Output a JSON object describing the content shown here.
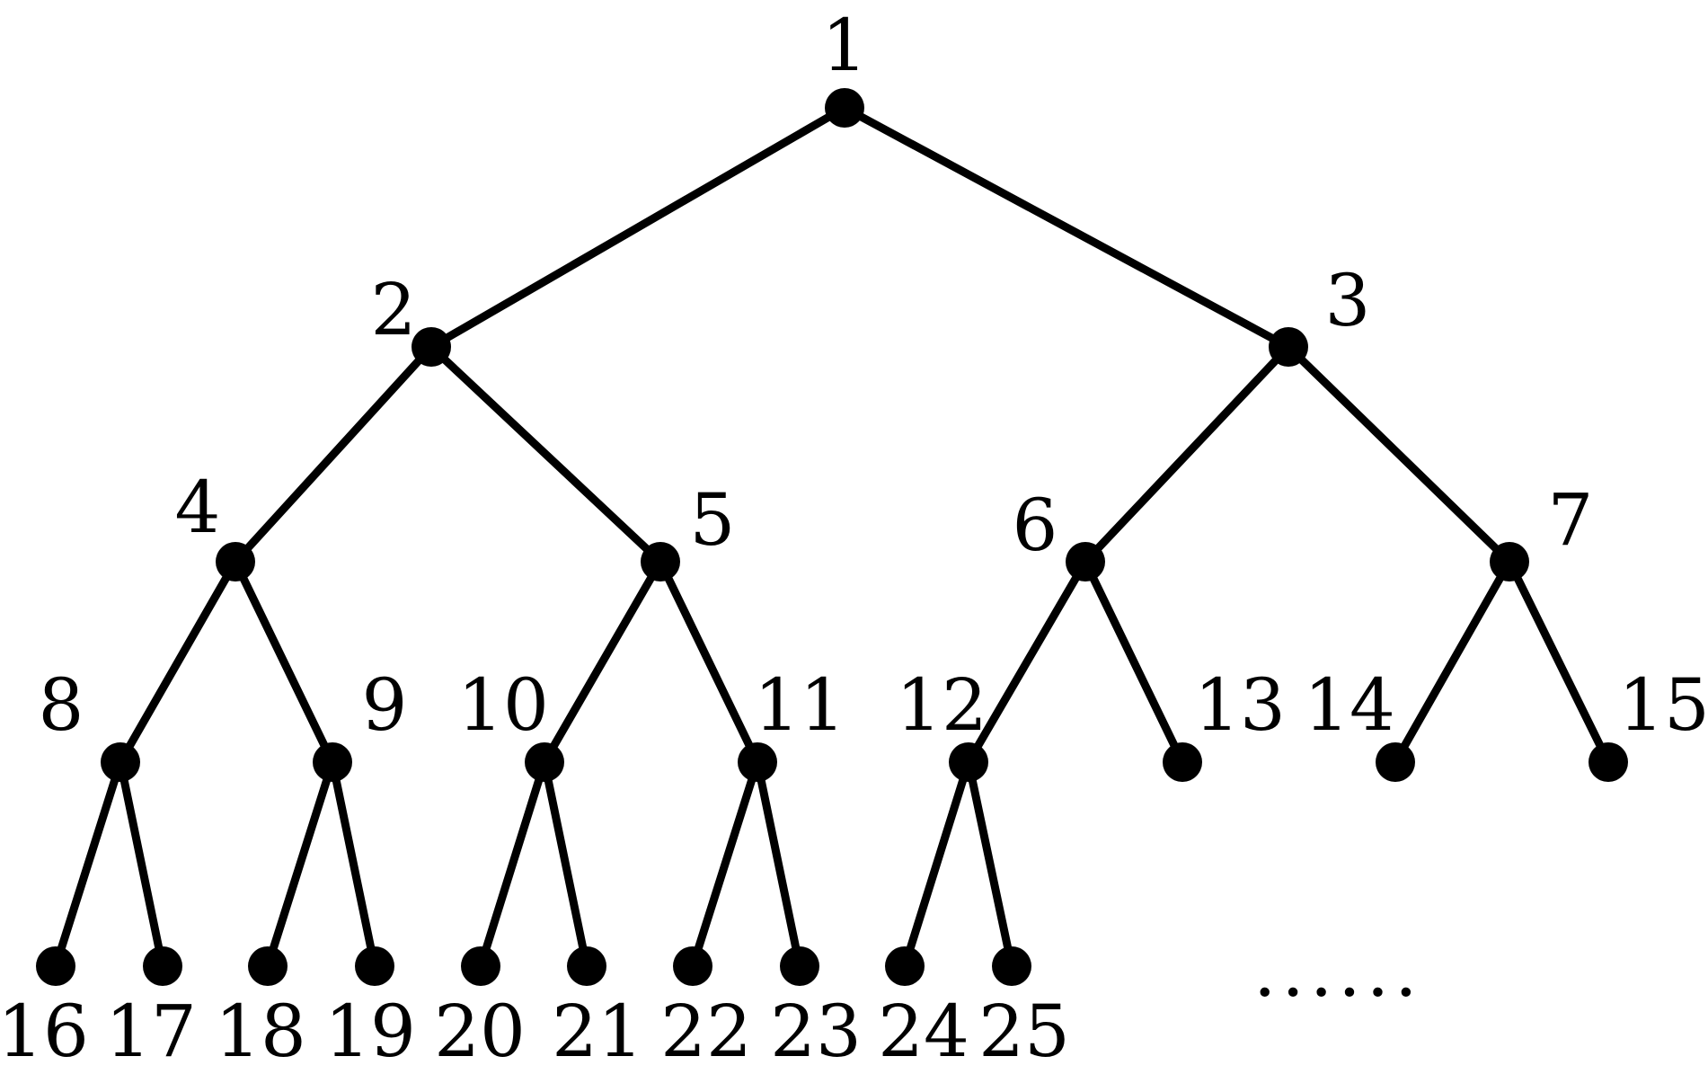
{
  "diagram": {
    "nodes": [
      {
        "id": 1,
        "label": "1"
      },
      {
        "id": 2,
        "label": "2"
      },
      {
        "id": 3,
        "label": "3"
      },
      {
        "id": 4,
        "label": "4"
      },
      {
        "id": 5,
        "label": "5"
      },
      {
        "id": 6,
        "label": "6"
      },
      {
        "id": 7,
        "label": "7"
      },
      {
        "id": 8,
        "label": "8"
      },
      {
        "id": 9,
        "label": "9"
      },
      {
        "id": 10,
        "label": "10"
      },
      {
        "id": 11,
        "label": "11"
      },
      {
        "id": 12,
        "label": "12"
      },
      {
        "id": 13,
        "label": "13"
      },
      {
        "id": 14,
        "label": "14"
      },
      {
        "id": 15,
        "label": "15"
      },
      {
        "id": 16,
        "label": "16"
      },
      {
        "id": 17,
        "label": "17"
      },
      {
        "id": 18,
        "label": "18"
      },
      {
        "id": 19,
        "label": "19"
      },
      {
        "id": 20,
        "label": "20"
      },
      {
        "id": 21,
        "label": "21"
      },
      {
        "id": 22,
        "label": "22"
      },
      {
        "id": 23,
        "label": "23"
      },
      {
        "id": 24,
        "label": "24"
      },
      {
        "id": 25,
        "label": "25"
      }
    ],
    "edges": [
      [
        1,
        2
      ],
      [
        1,
        3
      ],
      [
        2,
        4
      ],
      [
        2,
        5
      ],
      [
        3,
        6
      ],
      [
        3,
        7
      ],
      [
        4,
        8
      ],
      [
        4,
        9
      ],
      [
        5,
        10
      ],
      [
        5,
        11
      ],
      [
        6,
        12
      ],
      [
        6,
        13
      ],
      [
        7,
        14
      ],
      [
        7,
        15
      ],
      [
        8,
        16
      ],
      [
        8,
        17
      ],
      [
        9,
        18
      ],
      [
        9,
        19
      ],
      [
        10,
        20
      ],
      [
        10,
        21
      ],
      [
        11,
        22
      ],
      [
        11,
        23
      ],
      [
        12,
        24
      ],
      [
        12,
        25
      ]
    ],
    "ellipsis": "......",
    "colors": {
      "ink": "#000000",
      "background": "#ffffff"
    }
  }
}
